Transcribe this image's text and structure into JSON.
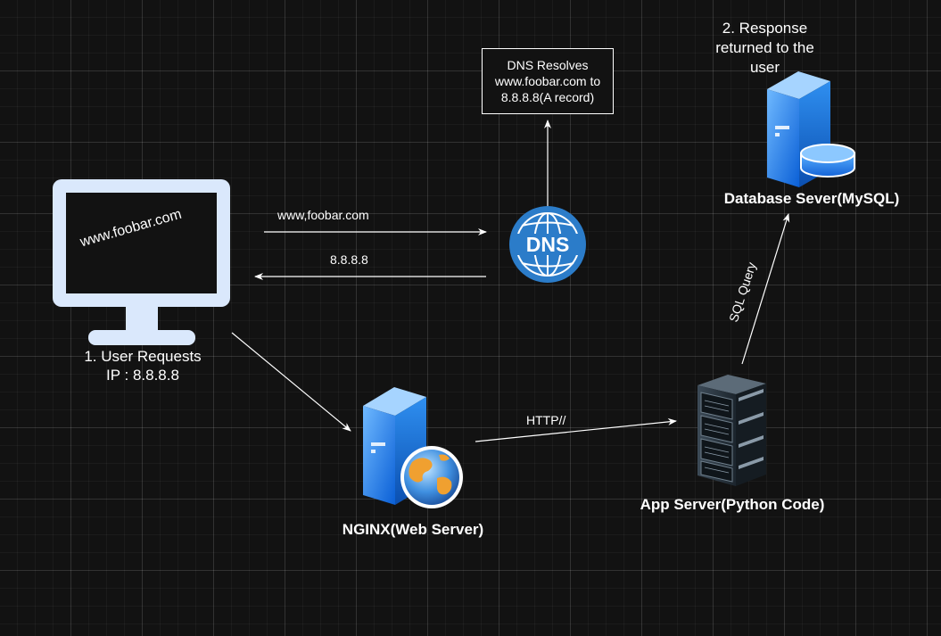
{
  "client": {
    "screen_text": "www.foobar.com",
    "label_line1": "1. User Requests",
    "label_line2": "IP : 8.8.8.8"
  },
  "dns": {
    "icon_text": "DNS",
    "box_line1": "DNS Resolves",
    "box_line2": "www.foobar.com to",
    "box_line3": "8.8.8.8(A record)"
  },
  "edges": {
    "request_label": "www,foobar.com",
    "response_label": "8.8.8.8",
    "http_label": "HTTP//",
    "sql_label": "SQL Query"
  },
  "nginx": {
    "label": "NGINX(Web Server)"
  },
  "app": {
    "label": "App Server(Python Code)"
  },
  "db": {
    "label": "Database Sever(MySQL)",
    "note_line1": "2. Response",
    "note_line2": "returned to the",
    "note_line3": "user"
  },
  "colors": {
    "background": "#121212",
    "monitor": "#dae8fc",
    "server_blue": "#1e88f0",
    "dns_blue": "#2b7cc9",
    "line": "#ffffff"
  }
}
